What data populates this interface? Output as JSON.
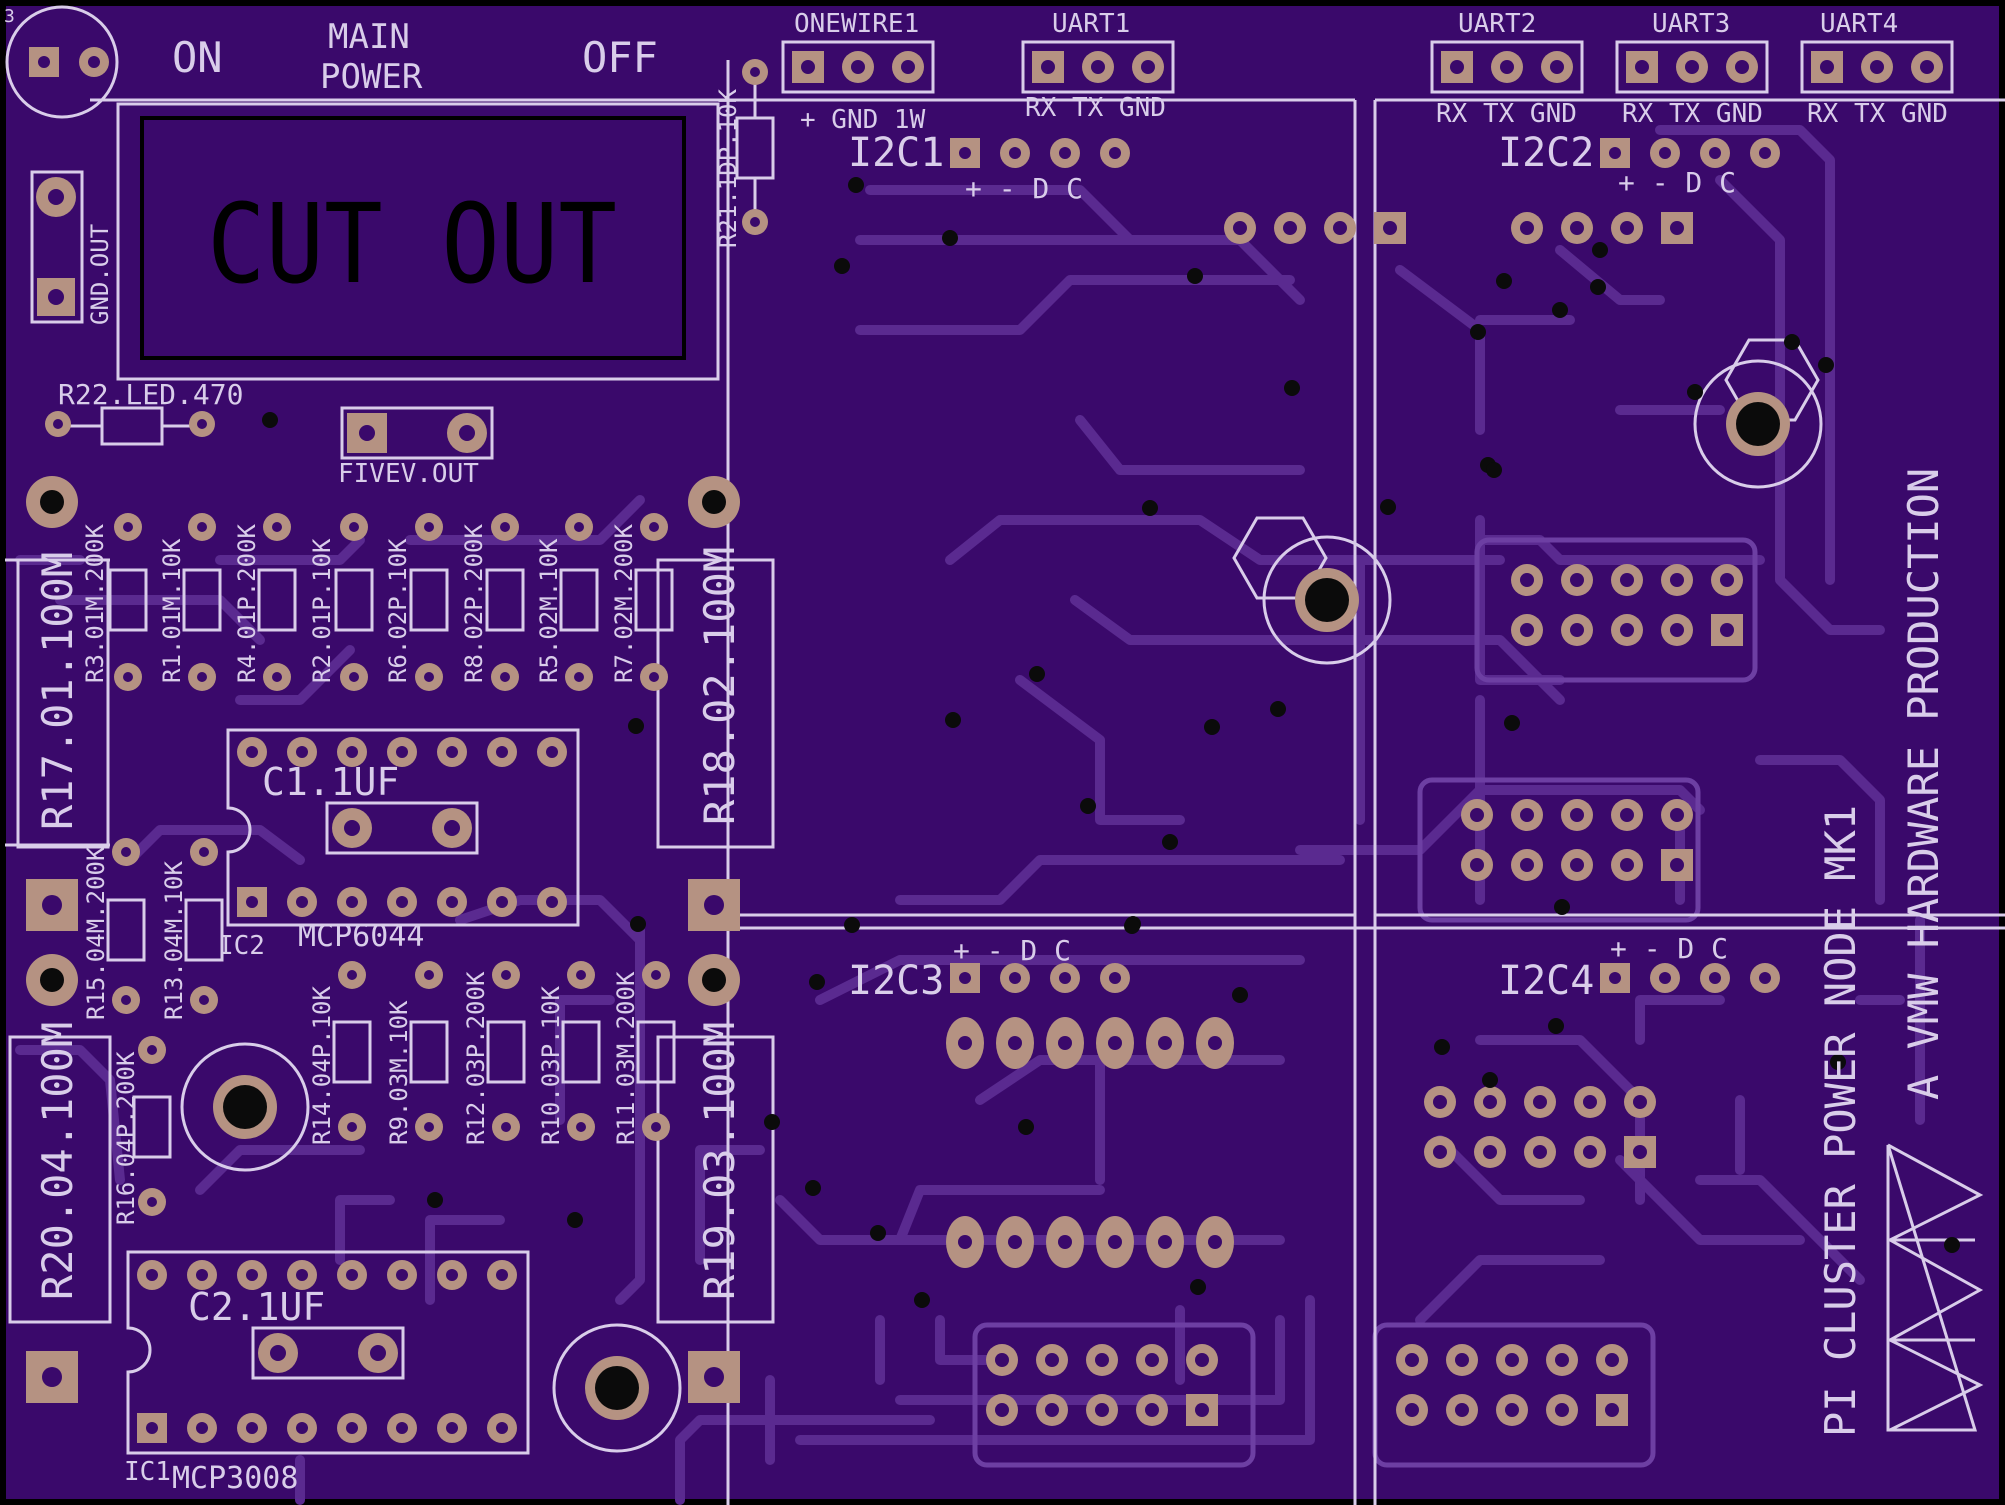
{
  "colors": {
    "board": "#3a096b",
    "trace": "#5a2a90",
    "silk": "#d9cdea",
    "pad": "#b59282",
    "hole": "#0b0b0b",
    "text_dark": "#000000"
  },
  "header": {
    "switch_on": "ON",
    "main_power_1": "MAIN",
    "main_power_2": "POWER",
    "switch_off": "OFF",
    "corner_mark": "3",
    "onewire": "ONEWIRE1",
    "onewire_pins": "+ GND 1W",
    "uart1": "UART1",
    "uart2": "UART2",
    "uart3": "UART3",
    "uart4": "UART4",
    "uart_pins": "RX TX GND"
  },
  "cutout": "CUT OUT",
  "labels": {
    "gnd_out": "GND.OUT",
    "fivev_out": "FIVEV.OUT",
    "r21": "R21.1DP.10K",
    "r22": "R22.LED.470",
    "r17": "R17.01.100M",
    "r18": "R18.02.100M",
    "r19": "R19.03.100M",
    "r20": "R20.04.100M",
    "c1": "C1.1UF",
    "c2": "C2.1UF",
    "mcp6044": "MCP6044",
    "ic2": "IC2",
    "mcp3008": "MCP3008",
    "ic1": "IC1",
    "r_top": [
      "R3.01M.200K",
      "R1.01M.10K",
      "R4.01P.200K",
      "R2.01P.10K",
      "R6.02P.10K",
      "R8.02P.200K",
      "R5.02M.10K",
      "R7.02M.200K"
    ],
    "r_mid": [
      "R15.04M.200K",
      "R13.04M.10K"
    ],
    "r16": "R16.04P.200K",
    "r_low": [
      "R14.04P.10K",
      "R9.03M.10K",
      "R12.03P.200K",
      "R10.03P.10K",
      "R11.03M.200K"
    ]
  },
  "i2c": {
    "i2c1": "I2C1",
    "i2c2": "I2C2",
    "i2c3": "I2C3",
    "i2c4": "I2C4",
    "pins": "+  -  D  C"
  },
  "side_text": {
    "line1": "PI CLUSTER POWER NODE MK1",
    "line2": "A VMW HARDWARE PRODUCTION"
  }
}
